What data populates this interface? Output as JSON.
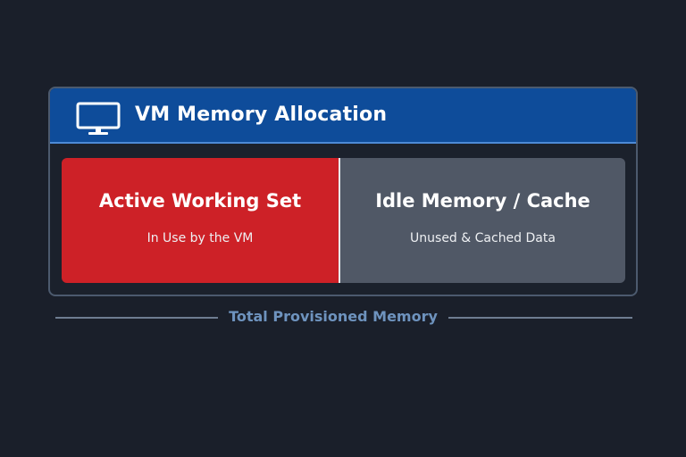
{
  "header": {
    "icon": "monitor-icon",
    "title": "VM Memory Allocation"
  },
  "segments": [
    {
      "title": "Active Working Set",
      "subtitle": "In Use by the VM",
      "color": "#cd2127"
    },
    {
      "title": "Idle Memory / Cache",
      "subtitle": "Unused & Cached Data",
      "color": "#505866"
    }
  ],
  "footer": {
    "label": "Total Provisioned Memory"
  },
  "colors": {
    "background": "#1a1f2a",
    "header": "#0e4c9a",
    "accent_label": "#6e93be"
  }
}
